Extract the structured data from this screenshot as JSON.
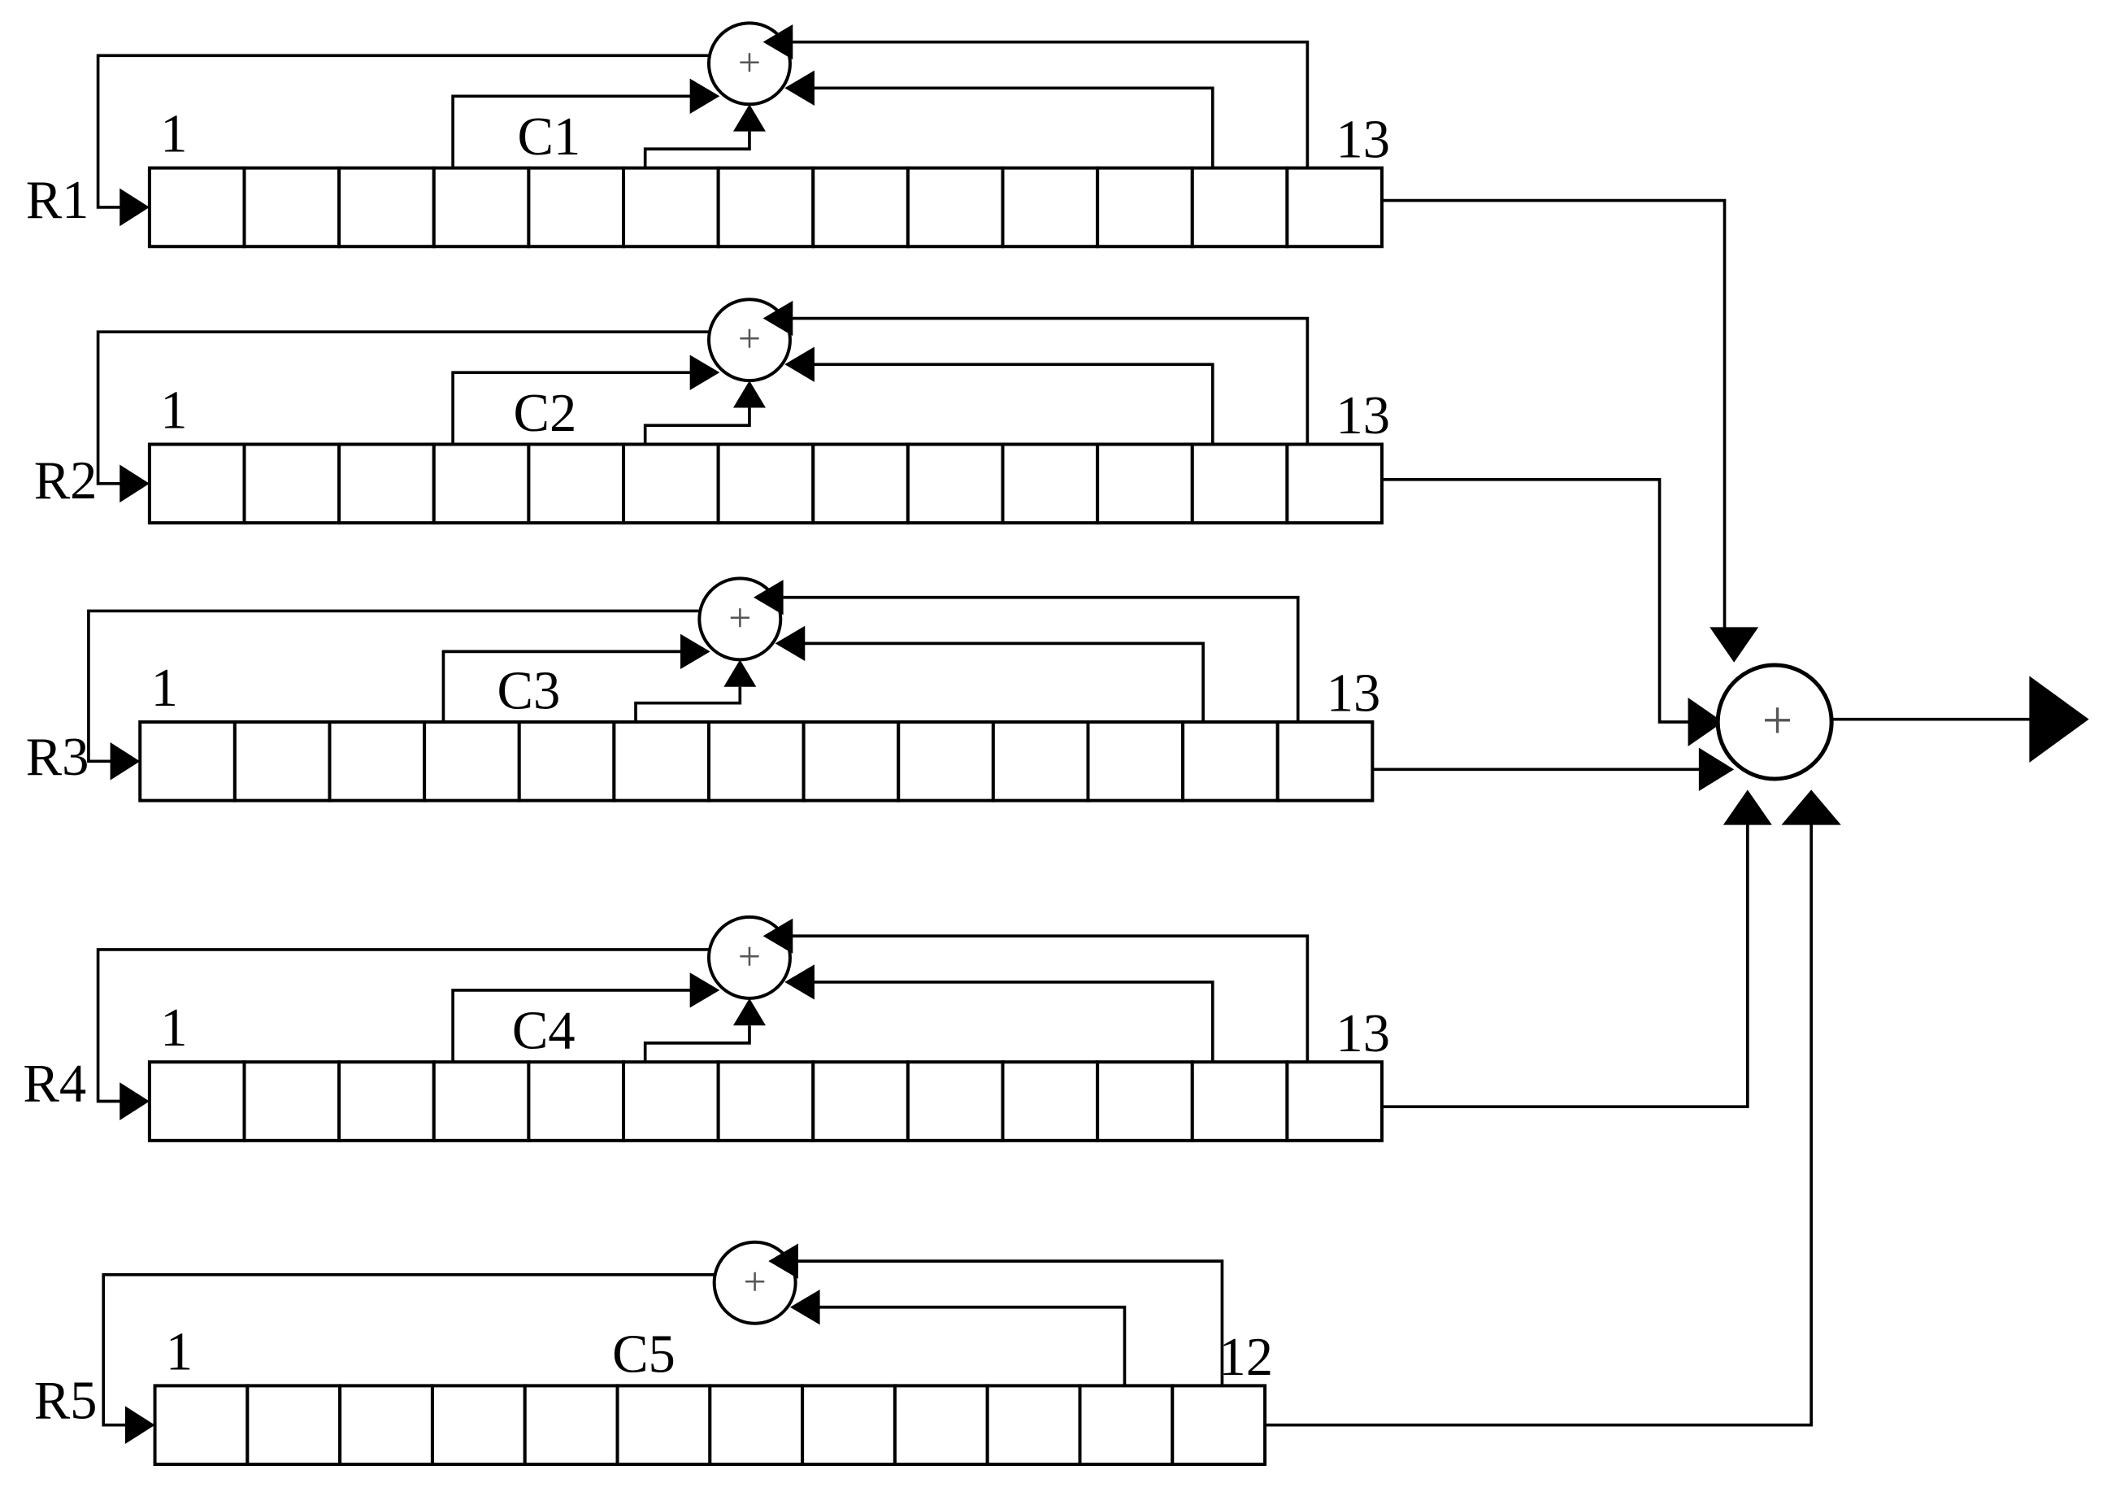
{
  "diagram": {
    "sum_symbol": "+",
    "registers": [
      {
        "label": "R1",
        "first_cell": "1",
        "tap_label": "C1",
        "last_cell": "13",
        "cells": 13,
        "feedback_taps": 4
      },
      {
        "label": "R2",
        "first_cell": "1",
        "tap_label": "C2",
        "last_cell": "13",
        "cells": 13,
        "feedback_taps": 4
      },
      {
        "label": "R3",
        "first_cell": "1",
        "tap_label": "C3",
        "last_cell": "13",
        "cells": 13,
        "feedback_taps": 4
      },
      {
        "label": "R4",
        "first_cell": "1",
        "tap_label": "C4",
        "last_cell": "13",
        "cells": 13,
        "feedback_taps": 4
      },
      {
        "label": "R5",
        "first_cell": "1",
        "tap_label": "C5",
        "last_cell": "12",
        "cells": 12,
        "feedback_taps": 2
      }
    ],
    "colors": {
      "line": "#000000",
      "background": "#ffffff",
      "symbol": "#555555"
    }
  }
}
